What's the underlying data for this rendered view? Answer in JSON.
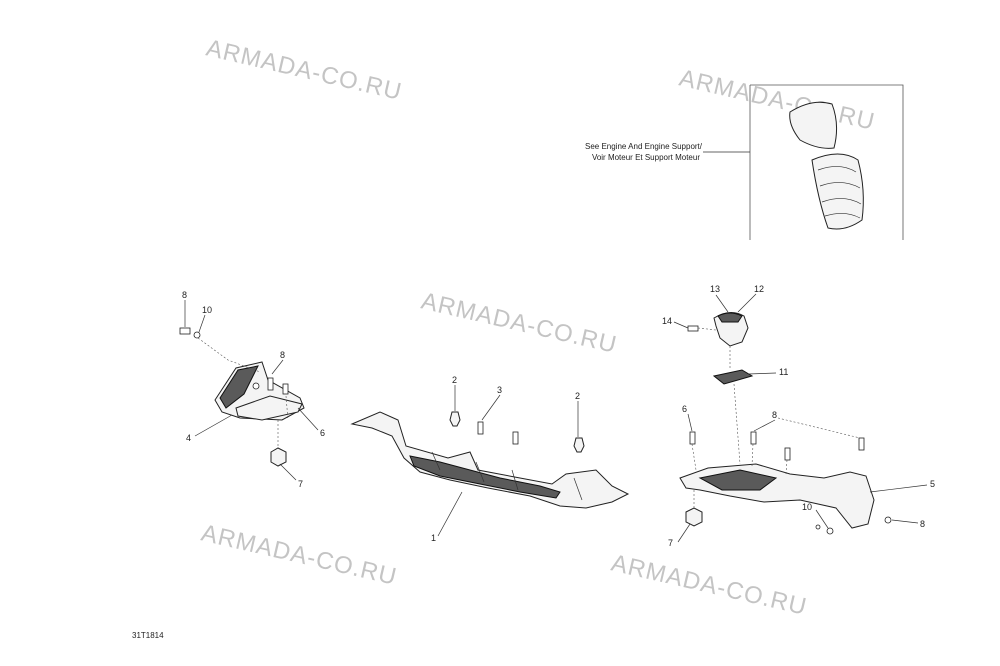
{
  "watermark": "ARMADA-CO.RU",
  "figure_id": "31T1814",
  "reference_note": {
    "line1": "See Engine And Engine Support/",
    "line2": "Voir Moteur Et Support Moteur"
  },
  "callouts": {
    "c1": "1",
    "c2a": "2",
    "c2b": "2",
    "c3": "3",
    "c4": "4",
    "c5": "5",
    "c6a": "6",
    "c6b": "6",
    "c7a": "7",
    "c7b": "7",
    "c8a": "8",
    "c8b": "8",
    "c8c": "8",
    "c8d": "8",
    "c10a": "10",
    "c10b": "10",
    "c11": "11",
    "c12": "12",
    "c13": "13",
    "c14": "14"
  }
}
